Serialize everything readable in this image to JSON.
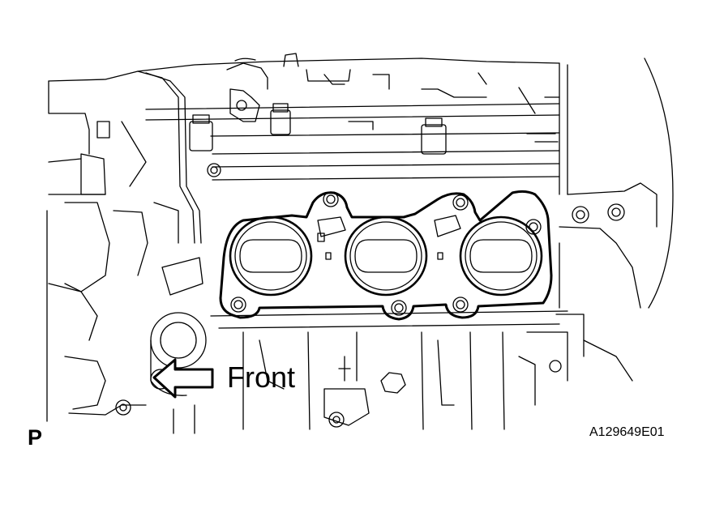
{
  "diagram": {
    "front_label": "Front",
    "view_letter": "P",
    "figure_code": "A129649E01",
    "line_color": "#000000",
    "background_color": "#ffffff",
    "icons": [
      "front-arrow-icon"
    ]
  }
}
